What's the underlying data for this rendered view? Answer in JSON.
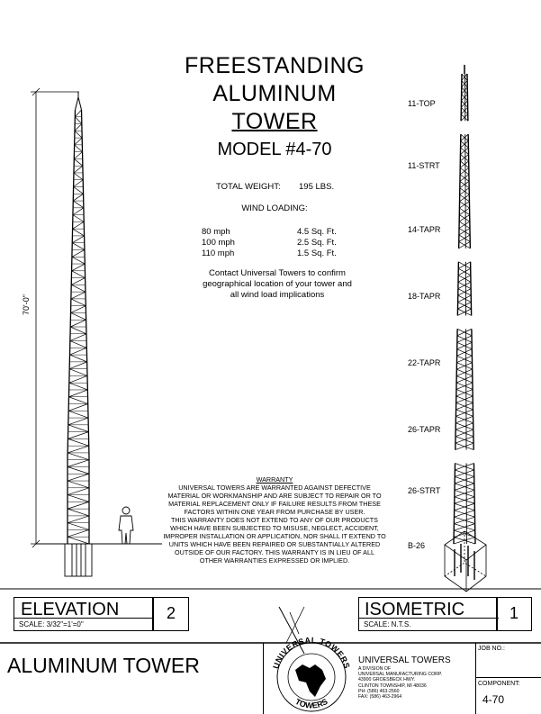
{
  "title": {
    "line1": "FREESTANDING",
    "line2": "ALUMINUM",
    "line3": "TOWER",
    "model": "MODEL #4-70"
  },
  "specs": {
    "weight_label": "TOTAL WEIGHT:",
    "weight_value": "195 LBS.",
    "wind_heading": "WIND LOADING:",
    "wind_rows": [
      {
        "speed": "80 mph",
        "area": "4.5 Sq. Ft."
      },
      {
        "speed": "100 mph",
        "area": "2.5 Sq. Ft."
      },
      {
        "speed": "110 mph",
        "area": "1.5 Sq. Ft."
      }
    ],
    "contact_lines": [
      "Contact Universal Towers to confirm",
      "geographical location of your tower and",
      "all wind load implications"
    ]
  },
  "dimension_label": "70'-0\"",
  "segments": [
    "11-TOP",
    "11-STRT",
    "14-TAPR",
    "18-TAPR",
    "22-TAPR",
    "26-TAPR",
    "26-STRT",
    "B-26"
  ],
  "warranty": {
    "heading": "WARRANTY",
    "lines": [
      "UNIVERSAL TOWERS ARE WARRANTED AGAINST DEFECTIVE",
      "MATERIAL OR WORKMANSHIP AND ARE SUBJECT TO REPAIR OR TO",
      "MATERIAL REPLACEMENT ONLY IF FAILURE RESULTS FROM THESE",
      "FACTORS WITHIN ONE YEAR FROM PURCHASE BY USER.",
      "THIS WARRANTY DOES NOT EXTEND TO ANY OF OUR PRODUCTS",
      "WHICH HAVE BEEN SUBJECTED TO MISUSE, NEGLECT, ACCIDENT,",
      "IMPROPER INSTALLATION OR APPLICATION, NOR SHALL IT EXTEND TO",
      "UNITS WHICH HAVE BEEN REPAIRED OR SUBSTANTIALLY ALTERED",
      "OUTSIDE OF OUR FACTORY. THIS WARRANTY IS IN LIEU OF ALL",
      "OTHER WARRANTIES EXPRESSED OR IMPLIED."
    ]
  },
  "elevation": {
    "title": "ELEVATION",
    "scale": "SCALE:  3/32\"=1'=0\"",
    "number": "2"
  },
  "isometric": {
    "title": "ISOMETRIC",
    "scale": "SCALE:  N.T.S.",
    "number": "1"
  },
  "title_block": {
    "drawing_title": "ALUMINUM TOWER",
    "logo_text_top": "UNIVERSAL TOWERS",
    "logo_text_bottom": "TOWERS",
    "company": "UNIVERSAL TOWERS",
    "address_lines": [
      "A DIVISION OF",
      "UNIVERSAL MANUFACTURING CORP.",
      "43900 GROESBECK HWY.",
      "CLINTON TOWNSHIP, MI 48036",
      "PH: (586) 463-2560",
      "FAX: (586) 463-2964"
    ],
    "job_no_label": "JOB NO.:",
    "job_no_value": "",
    "component_label": "COMPONENT:",
    "component_value": "4-70"
  }
}
